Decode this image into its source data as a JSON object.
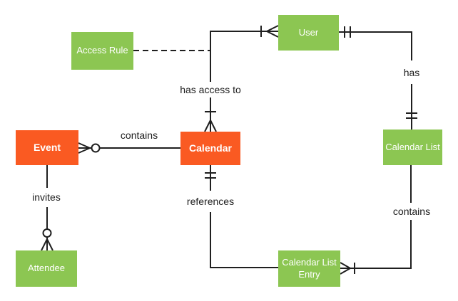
{
  "diagram": {
    "type": "entity-relationship",
    "notation": "crows-foot",
    "colors": {
      "background": "#FFFFFF",
      "primary_entity": "#FA5A22",
      "secondary_entity": "#8CC652",
      "connector": "#1F1F1F",
      "relationship_label_text": "#1B1B1B",
      "entity_text": "#FFFFFF"
    },
    "entities": {
      "access_rule": {
        "label": "Access Rule",
        "style": "secondary"
      },
      "user": {
        "label": "User",
        "style": "secondary"
      },
      "event": {
        "label": "Event",
        "style": "primary"
      },
      "calendar": {
        "label": "Calendar",
        "style": "primary"
      },
      "calendar_list": {
        "label": "Calendar List",
        "style": "secondary"
      },
      "attendee": {
        "label": "Attendee",
        "style": "secondary"
      },
      "calendar_list_entry": {
        "label": "Calendar List Entry",
        "style": "secondary"
      }
    },
    "relationships": {
      "event_contains_calendar": {
        "label": "contains",
        "from": "Event",
        "to": "Calendar",
        "from_cardinality": "zero-or-many",
        "to_cardinality": "none",
        "line_style": "solid"
      },
      "calendar_has_access_to_user": {
        "label": "has access to",
        "from": "Calendar",
        "to": "User",
        "from_cardinality": "one-or-many",
        "to_cardinality": "one-or-many",
        "line_style": "solid"
      },
      "access_rule_annotation": {
        "label": "",
        "from": "Access Rule",
        "to": "has access to (relationship line)",
        "from_cardinality": "none",
        "to_cardinality": "none",
        "line_style": "dashed"
      },
      "user_has_calendar_list": {
        "label": "has",
        "from": "User",
        "to": "Calendar List",
        "from_cardinality": "exactly-one",
        "to_cardinality": "exactly-one",
        "line_style": "solid"
      },
      "event_invites_attendee": {
        "label": "invites",
        "from": "Event",
        "to": "Attendee",
        "from_cardinality": "none",
        "to_cardinality": "zero-or-many",
        "line_style": "solid"
      },
      "calendar_references_entry": {
        "label": "references",
        "from": "Calendar",
        "to": "Calendar List Entry",
        "from_cardinality": "exactly-one",
        "to_cardinality": "none",
        "line_style": "solid"
      },
      "list_contains_entry": {
        "label": "contains",
        "from": "Calendar List",
        "to": "Calendar List Entry",
        "from_cardinality": "none",
        "to_cardinality": "one-or-many",
        "line_style": "solid"
      }
    }
  }
}
